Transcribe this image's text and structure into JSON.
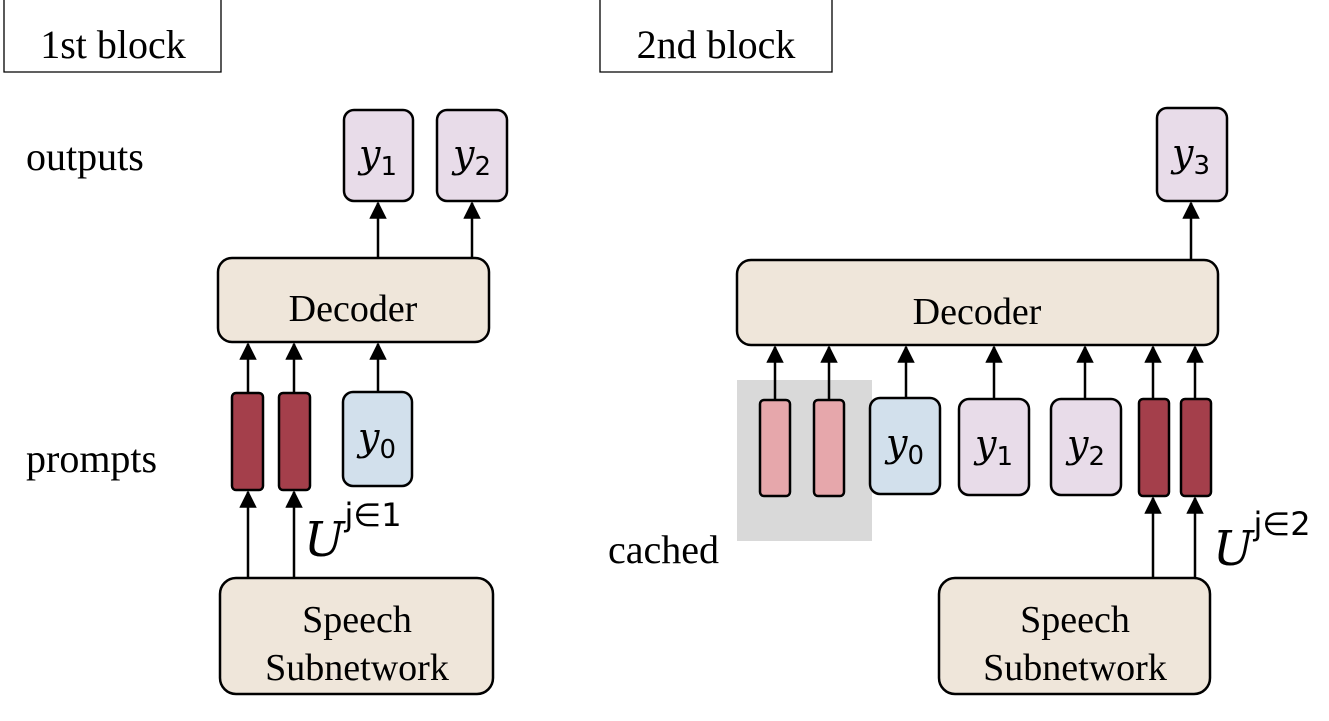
{
  "blocks": [
    {
      "title": "1st block",
      "row_labels": {
        "outputs": "outputs",
        "prompts": "prompts"
      },
      "decoder_label": "Decoder",
      "speech": {
        "line1": "Speech",
        "line2": "Subnetwork"
      },
      "outputs": [
        {
          "var": "y",
          "sub": "1"
        },
        {
          "var": "y",
          "sub": "2"
        }
      ],
      "input_token": {
        "var": "y",
        "sub": "0"
      },
      "prompt_label": {
        "var": "U",
        "sup": "j∈1"
      }
    },
    {
      "title": "2nd block",
      "decoder_label": "Decoder",
      "speech": {
        "line1": "Speech",
        "line2": "Subnetwork"
      },
      "outputs": [
        {
          "var": "y",
          "sub": "3"
        }
      ],
      "input_tokens": [
        {
          "var": "y",
          "sub": "0"
        },
        {
          "var": "y",
          "sub": "1"
        },
        {
          "var": "y",
          "sub": "2"
        }
      ],
      "cached_label": "cached",
      "prompt_label": {
        "var": "U",
        "sup": "j∈2"
      }
    }
  ],
  "colors": {
    "stroke": "#000000",
    "module_fill": "#efe6da",
    "output_fill": "#e8dce9",
    "y0_fill": "#d2e0ec",
    "prompt_fill": "#a43f4b",
    "cached_prompt_fill": "#e6a7ab",
    "cache_region": "#d9d9d9"
  }
}
